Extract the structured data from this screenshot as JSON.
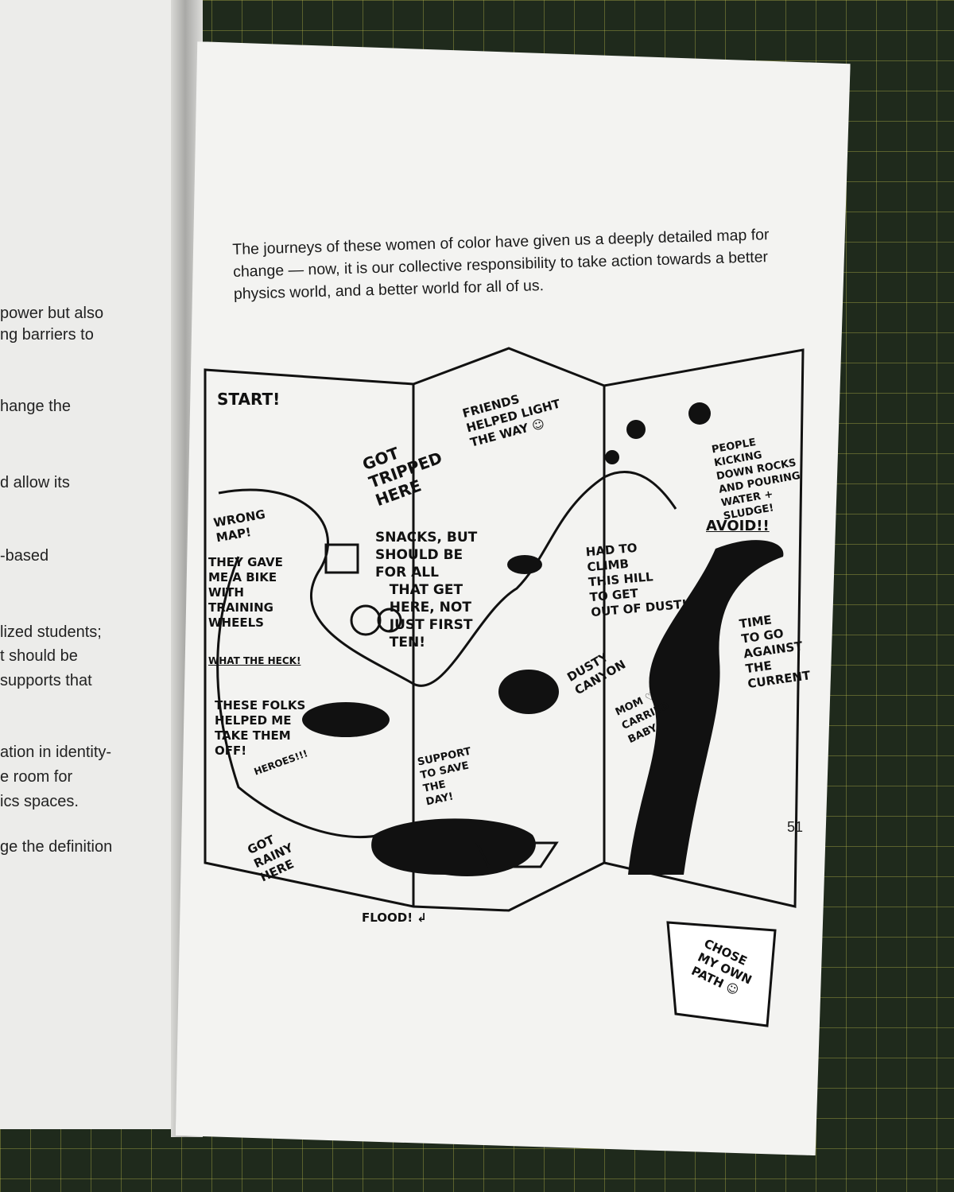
{
  "left_page": {
    "lines": [
      "power but also",
      "ng barriers to",
      "hange the",
      "d allow its",
      "-based",
      "lized students;",
      "t should be",
      "supports that",
      "ation in identity-",
      "e room for",
      "ics spaces.",
      "ge the definition"
    ]
  },
  "right_page": {
    "paragraph": "The journeys of these women of color have given us a deeply detailed map for change — now, it is our collective responsibility to take action towards a better physics world, and a better world for all of us.",
    "page_number": "51",
    "map_labels": {
      "start": "START!",
      "wrong_map": "WRONG\nMAP!",
      "bike": "THEY GAVE\nME A BIKE\nWITH\nTRAINING\nWHEELS",
      "what_the_heck": "WHAT THE HECK!",
      "tripped": "GOT\nTRIPPED\nHERE",
      "snacks": "SNACKS, BUT\nSHOULD BE\nFOR ALL\n   THAT GET\n   HERE, NOT\n   JUST FIRST\n   TEN!",
      "friends": "FRIENDS\nHELPED LIGHT\nTHE WAY ☺",
      "people": "PEOPLE\nKICKING\nDOWN ROCKS\nAND POURING\nWATER +\nSLUDGE!",
      "avoid": "AVOID!!",
      "climb": "HAD TO\nCLIMB\nTHIS HILL\nTO GET\nOUT OF DUST!",
      "current": "TIME\nTO GO\nAGAINST\nTHE\nCURRENT",
      "dusty": "DUSTY\nCANYON",
      "mom": "MOM ♡\nCARRIED\nBABY",
      "folks": "THESE FOLKS\nHELPED ME\nTAKE THEM\nOFF!",
      "heroes": "HEROES!!!",
      "support": "SUPPORT\nTO SAVE\nTHE\nDAY!",
      "rainy": "GOT\nRAINY\nHERE",
      "flood": "FLOOD! ↲",
      "chose": "CHOSE\nMY OWN\nPATH ☺"
    }
  }
}
